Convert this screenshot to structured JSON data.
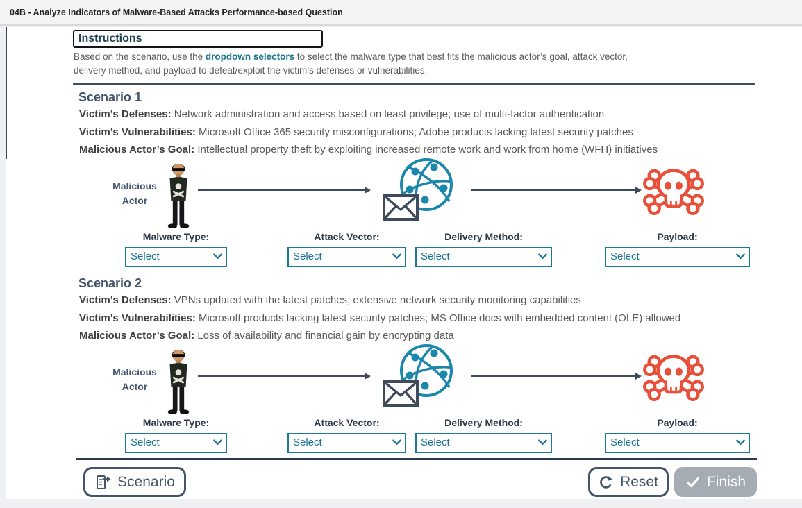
{
  "window": {
    "title": "04B - Analyze Indicators of Malware-Based Attacks Performance-based Question"
  },
  "instructions": {
    "title": "Instructions",
    "text_before": "Based on the scenario, use the ",
    "emphasis": "dropdown selectors",
    "text_after": " to select the malware type that best fits the malicious actor’s goal, attack vector, delivery method, and payload to defeat/exploit the victim’s defenses or vulnerabilities."
  },
  "scenario1": {
    "title": "Scenario 1",
    "defenses_label": "Victim’s Defenses:",
    "defenses_text": " Network administration and access based on least privilege; use of multi-factor authentication",
    "vulnerabilities_label": "Victim’s Vulnerabilities:",
    "vulnerabilities_text": " Microsoft Office 365 security misconfigurations; Adobe products lacking latest security patches",
    "goal_label": "Malicious Actor’s Goal:",
    "goal_text": " Intellectual property theft by exploiting increased remote work and work from home (WFH) initiatives",
    "actor_label": "Malicious Actor",
    "dropdowns": {
      "malware_type": {
        "label": "Malware Type:",
        "value": "Select"
      },
      "attack_vector": {
        "label": "Attack Vector:",
        "value": "Select"
      },
      "delivery_method": {
        "label": "Delivery Method:",
        "value": "Select"
      },
      "payload": {
        "label": "Payload:",
        "value": "Select"
      }
    }
  },
  "scenario2": {
    "title": "Scenario 2",
    "defenses_label": "Victim’s Defenses:",
    "defenses_text": " VPNs updated with the latest patches; extensive network security monitoring capabilities",
    "vulnerabilities_label": "Victim’s Vulnerabilities:",
    "vulnerabilities_text": " Microsoft products lacking latest security patches; MS Office docs with embedded content (OLE) allowed",
    "goal_label": "Malicious Actor’s Goal:",
    "goal_text": " Loss of availability and financial gain by encrypting data",
    "actor_label": "Malicious Actor",
    "dropdowns": {
      "malware_type": {
        "label": "Malware Type:",
        "value": "Select"
      },
      "attack_vector": {
        "label": "Attack Vector:",
        "value": "Select"
      },
      "delivery_method": {
        "label": "Delivery Method:",
        "value": "Select"
      },
      "payload": {
        "label": "Payload:",
        "value": "Select"
      }
    }
  },
  "footer": {
    "scenario_label": "Scenario",
    "reset_label": "Reset",
    "finish_label": "Finish"
  },
  "icons": {
    "malicious_actor": "person-in-black-with-skull-shirt",
    "attack_flow": "right-arrow",
    "network": "globe-network-with-envelope",
    "payload": "red-skull-and-crossbones",
    "scenario_button": "export-document-arrow",
    "reset_button": "counterclockwise-arrow",
    "finish_button": "checkmark",
    "select": "chevron-down"
  },
  "colors": {
    "accent_teal": "#19758f",
    "globe_blue": "#1b87ad",
    "slate": "#44546a",
    "danger_red": "#e8503a",
    "finish_gray": "#a6acb3",
    "topbar_bg": "#f4f4f4"
  }
}
